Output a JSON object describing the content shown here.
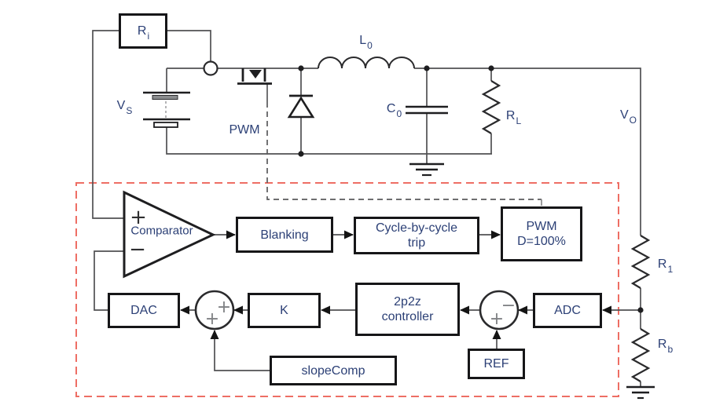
{
  "colors": {
    "wire": "#515153",
    "component_stroke": "#1e1e20",
    "box_border": "#161618",
    "text": "#2c4076",
    "boundary_red": "#ee6e64",
    "sum_sign_gray": "#7f8184"
  },
  "power_stage": {
    "current_sense_resistor": {
      "main": "R",
      "sub": "i"
    },
    "source_voltage": {
      "main": "V",
      "sub": "S"
    },
    "pwm_gate_signal": "PWM",
    "inductor": {
      "main": "L",
      "sub": "0"
    },
    "output_capacitor": {
      "main": "C",
      "sub": "0"
    },
    "load_resistor": {
      "main": "R",
      "sub": "L"
    },
    "output_voltage": {
      "main": "V",
      "sub": "O"
    },
    "divider_top_resistor": {
      "main": "R",
      "sub": "1"
    },
    "divider_bottom_resistor": {
      "main": "R",
      "sub": "b"
    }
  },
  "control_loop": {
    "comparator": {
      "label": "Comparator",
      "plus_input": "+",
      "minus_input": "−"
    },
    "blanking": {
      "label": "Blanking"
    },
    "cycle_by_cycle": {
      "line1": "Cycle-by-cycle",
      "line2": "trip"
    },
    "pwm_block": {
      "line1": "PWM",
      "line2": "D=100%"
    },
    "dac": {
      "label": "DAC"
    },
    "gain": {
      "label": "K"
    },
    "controller": {
      "line1": "2p2z",
      "line2": "controller"
    },
    "adc": {
      "label": "ADC"
    },
    "ref": {
      "label": "REF"
    },
    "slope_comp": {
      "label": "slopeComp"
    },
    "summing_node_dac": {
      "right_sign": "+",
      "bottom_sign": "+"
    },
    "summing_node_error": {
      "right_sign": "−",
      "bottom_sign": "+"
    }
  }
}
